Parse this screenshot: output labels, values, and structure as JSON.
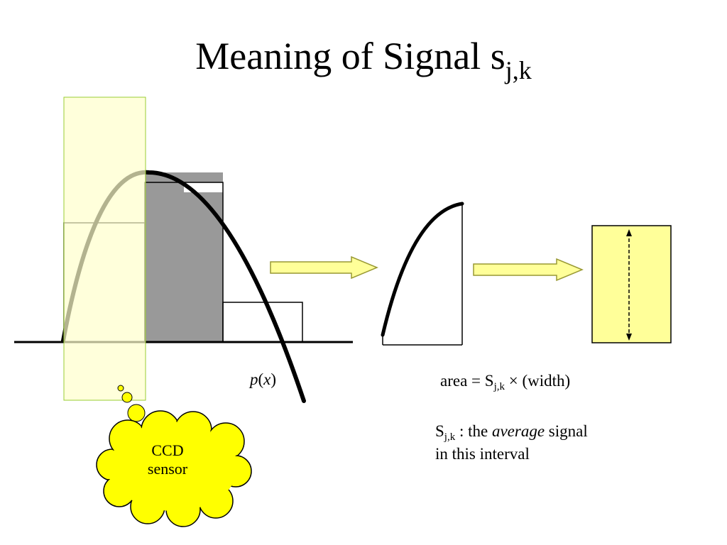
{
  "title": {
    "main": "Meaning of Signal s",
    "subscript": "j,k"
  },
  "labels": {
    "function": {
      "italic_p": "p",
      "open": "(",
      "italic_x": "x",
      "close": ")"
    },
    "area": {
      "prefix": "area = S",
      "sub": "j,k",
      "suffix": " × (width)"
    },
    "note": {
      "s": "S",
      "sub": "j,k",
      "pre": " : the ",
      "emph": "average",
      "post": " signal",
      "line2": "in this interval"
    },
    "cloud": {
      "line1": "CCD",
      "line2": "sensor"
    }
  },
  "colors": {
    "sensor_fill": "#ffffcc",
    "sensor_stroke": "#99cc33",
    "arrow_fill": "#ffff99",
    "arrow_stroke": "#999933",
    "cloud_fill": "#ffff00",
    "bar_gray": "#999999",
    "result_fill": "#ffff99"
  }
}
